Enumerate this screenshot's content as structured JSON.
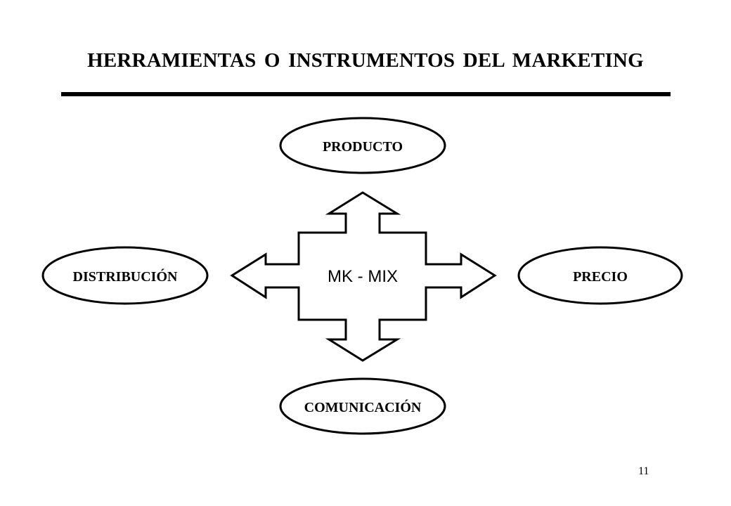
{
  "slide": {
    "title": "HERRAMIENTAS O INSTRUMENTOS DEL MARKETING",
    "page_number": "11"
  },
  "diagram": {
    "center": "MK - MIX",
    "nodes": {
      "top": "PRODUCTO",
      "right": "PRECIO",
      "bottom": "COMUNICACIÓN",
      "left": "DISTRIBUCIÓN"
    }
  },
  "colors": {
    "stroke": "#000000",
    "fill": "#ffffff"
  }
}
